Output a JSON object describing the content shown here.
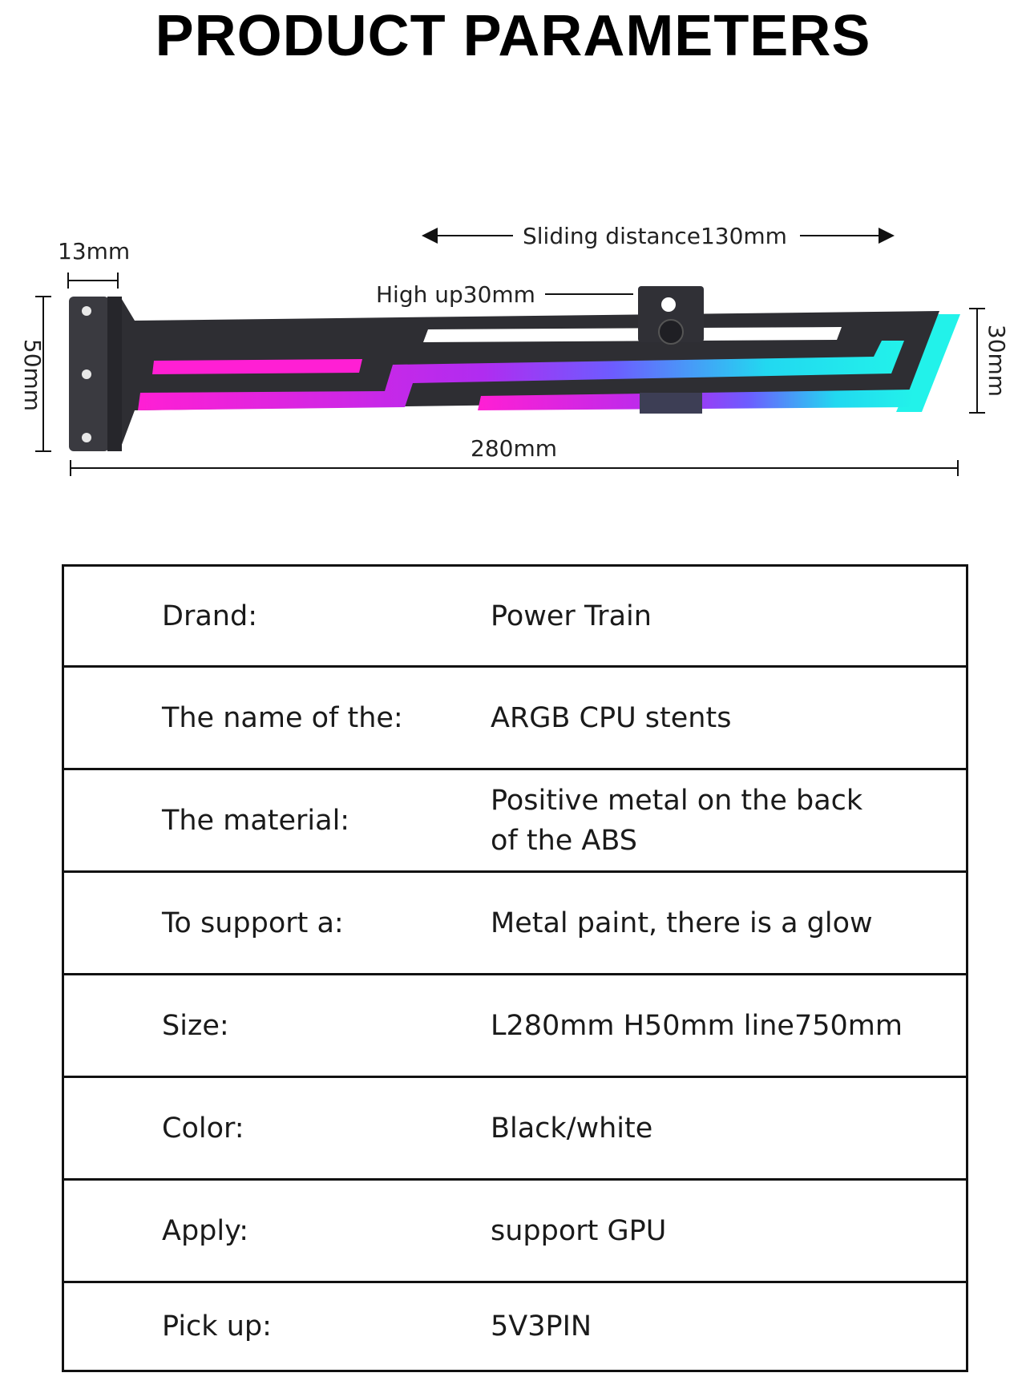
{
  "title": "PRODUCT PARAMETERS",
  "diagram": {
    "label_sliding": "Sliding distance130mm",
    "label_high_up": "High up30mm",
    "label_bracket_width": "13mm",
    "label_height": "50mm",
    "label_arm_height": "30mm",
    "label_length": "280mm"
  },
  "colors": {
    "glow_magenta": "#ff1fd4",
    "glow_purple": "#8a3cff",
    "glow_cyan": "#22f2ea",
    "bracket_dark": "#2e2e33"
  },
  "specs": [
    {
      "label": "Drand:",
      "value": "Power Train"
    },
    {
      "label": "The name of the:",
      "value": "ARGB CPU stents"
    },
    {
      "label": "The material:",
      "value": "Positive metal on the back\nof the ABS"
    },
    {
      "label": "To support a:",
      "value": "Metal paint, there is a glow"
    },
    {
      "label": "Size:",
      "value": "L280mm H50mm line750mm"
    },
    {
      "label": "Color:",
      "value": "Black/white"
    },
    {
      "label": "Apply:",
      "value": "support GPU"
    },
    {
      "label": "Pick up:",
      "value": "5V3PIN"
    }
  ]
}
